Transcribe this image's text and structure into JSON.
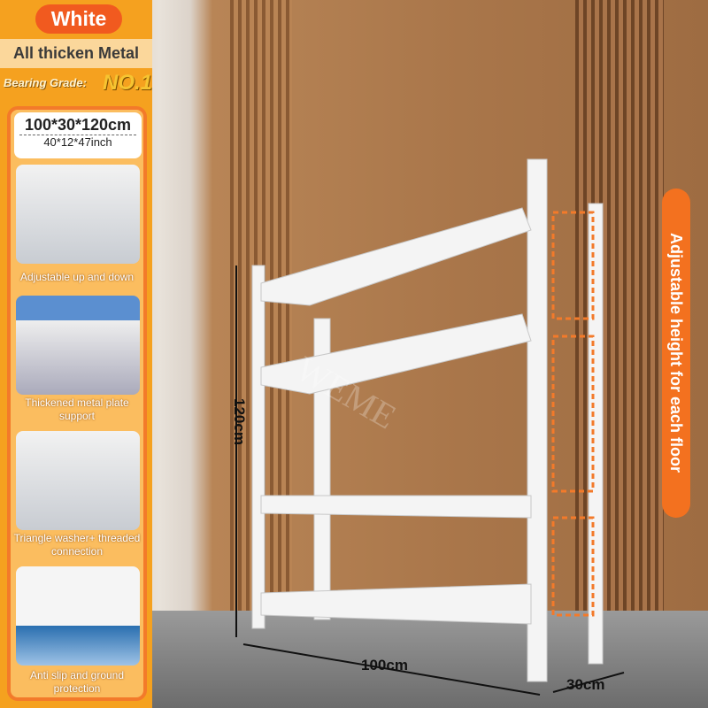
{
  "color_label": "White",
  "material_band": "All thicken Metal",
  "bearing_grade": {
    "label": "Bearing Grade:",
    "badge": "NO.1"
  },
  "size": {
    "cm": "100*30*120cm",
    "inch": "40*12*47inch"
  },
  "features": [
    {
      "caption": "Adjustable up and down"
    },
    {
      "caption": "Thickened metal plate support"
    },
    {
      "caption": "Triangle washer+ threaded connection"
    },
    {
      "caption": "Anti slip and ground protection"
    }
  ],
  "side_label": "Adjustable height for each floor",
  "dimensions": {
    "height": "120cm",
    "width": "100cm",
    "depth": "30cm"
  },
  "watermark": "WEME",
  "colors": {
    "accent": "#f15a1f",
    "panel": "#f5a11f"
  }
}
